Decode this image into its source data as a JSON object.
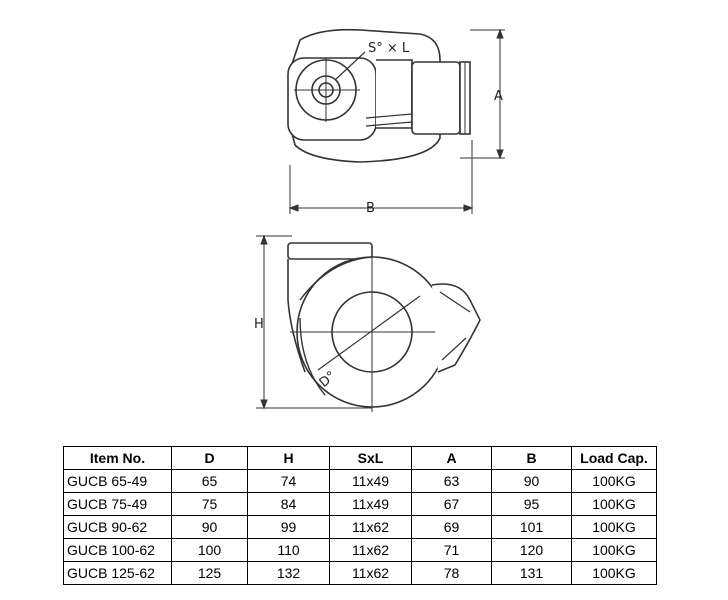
{
  "drawing": {
    "top_view_labels": {
      "sxl": "S° × L",
      "a": "A",
      "b": "B"
    },
    "side_view_labels": {
      "h": "H",
      "d": "D°"
    }
  },
  "table": {
    "headers": [
      "Item No.",
      "D",
      "H",
      "SxL",
      "A",
      "B",
      "Load Cap."
    ],
    "rows": [
      [
        "GUCB 65-49",
        "65",
        "74",
        "11x49",
        "63",
        "90",
        "100KG"
      ],
      [
        "GUCB 75-49",
        "75",
        "84",
        "11x49",
        "67",
        "95",
        "100KG"
      ],
      [
        "GUCB 90-62",
        "90",
        "99",
        "11x62",
        "69",
        "101",
        "100KG"
      ],
      [
        "GUCB 100-62",
        "100",
        "110",
        "11x62",
        "71",
        "120",
        "100KG"
      ],
      [
        "GUCB 125-62",
        "125",
        "132",
        "11x62",
        "78",
        "131",
        "100KG"
      ]
    ]
  }
}
